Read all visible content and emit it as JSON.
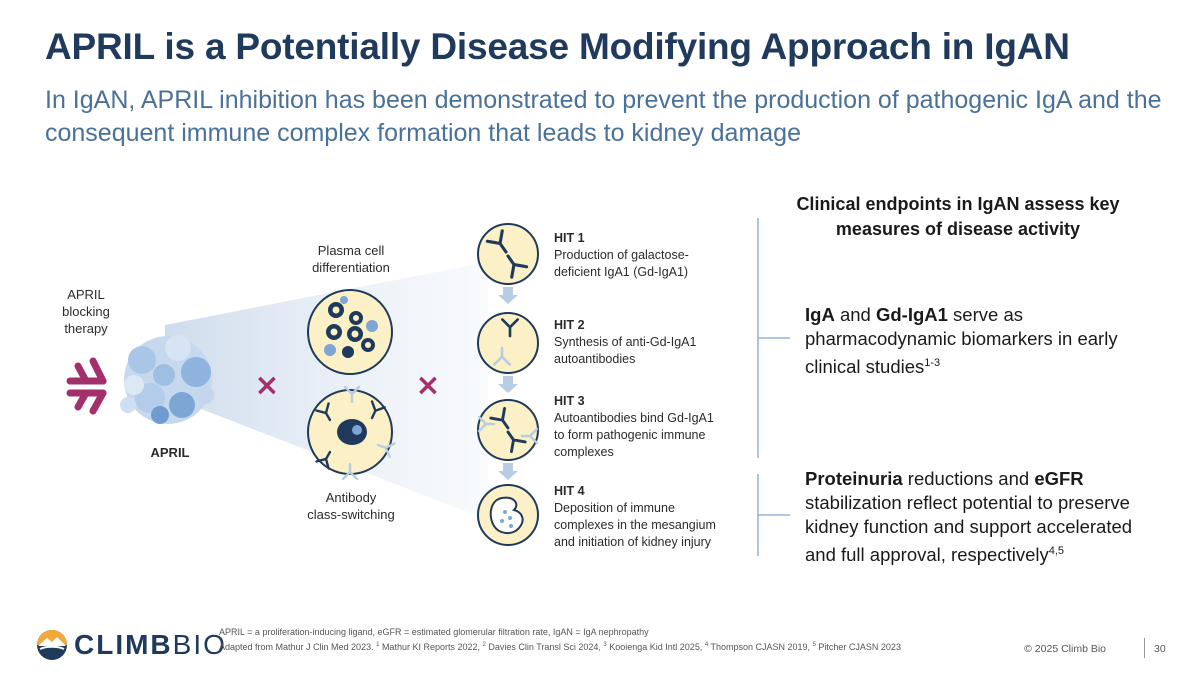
{
  "header": {
    "title": "APRIL is a Potentially Disease Modifying Approach in IgAN",
    "subtitle": "In IgAN, APRIL inhibition has been demonstrated to prevent the production of pathogenic IgA and the consequent immune complex formation that leads to kidney damage"
  },
  "diagram": {
    "blocking_label_1": "APRIL",
    "blocking_label_2": "blocking",
    "blocking_label_3": "therapy",
    "april_label": "APRIL",
    "plasma_label_1": "Plasma cell",
    "plasma_label_2": "differentiation",
    "antibody_label_1": "Antibody",
    "antibody_label_2": "class-switching",
    "block_symbol": "×",
    "hits": [
      {
        "title": "HIT 1",
        "l1": "Production of galactose-",
        "l2": "deficient IgA1 (Gd-IgA1)",
        "l3": ""
      },
      {
        "title": "HIT 2",
        "l1": "Synthesis of anti-Gd-IgA1",
        "l2": "autoantibodies",
        "l3": ""
      },
      {
        "title": "HIT 3",
        "l1": "Autoantibodies bind Gd-IgA1",
        "l2": "to form pathogenic immune",
        "l3": "complexes"
      },
      {
        "title": "HIT 4",
        "l1": "Deposition of immune",
        "l2": "complexes in the mesangium",
        "l3": "and initiation of kidney injury"
      }
    ]
  },
  "panel": {
    "title_1": "Clinical endpoints in IgAN assess key",
    "title_2": "measures of disease activity",
    "block1": {
      "b1": "IgA",
      "t1": " and ",
      "b2": "Gd-IgA1",
      "t2": " serve as",
      "l2": "pharmacodynamic biomarkers in early",
      "l3": "clinical studies",
      "sup": "1-3"
    },
    "block2": {
      "b1": "Proteinuria",
      "t1": " reductions and ",
      "b2": "eGFR",
      "l2": "stabilization reflect potential to preserve",
      "l3": "kidney function and support accelerated",
      "l4": "and full approval, respectively",
      "sup": "4,5"
    }
  },
  "footer": {
    "abbrev": "APRIL = a proliferation-inducing ligand, eGFR = estimated glomerular filtration rate, IgAN = IgA nephropathy",
    "adapted": "Adapted from Mathur J Clin Med 2023.",
    "refs": [
      {
        "sup": "1",
        "text": " Mathur KI Reports 2022, "
      },
      {
        "sup": "2",
        "text": " Davies Clin Transl Sci 2024, "
      },
      {
        "sup": "3",
        "text": " Kooienga Kid Intl 2025, "
      },
      {
        "sup": "4",
        "text": " Thompson CJASN 2019, "
      },
      {
        "sup": "5",
        "text": " Pitcher CJASN 2023"
      }
    ],
    "logo_bold": "CLIMB",
    "logo_light": "BIO",
    "copyright": "© 2025 Climb Bio",
    "page": "30"
  },
  "colors": {
    "title": "#1f3a5c",
    "subtitle": "#4a7198",
    "magenta": "#a3306b",
    "circle_fill": "#fbf0c6",
    "navy": "#1f3a5c",
    "arrow": "#b7cde3"
  }
}
